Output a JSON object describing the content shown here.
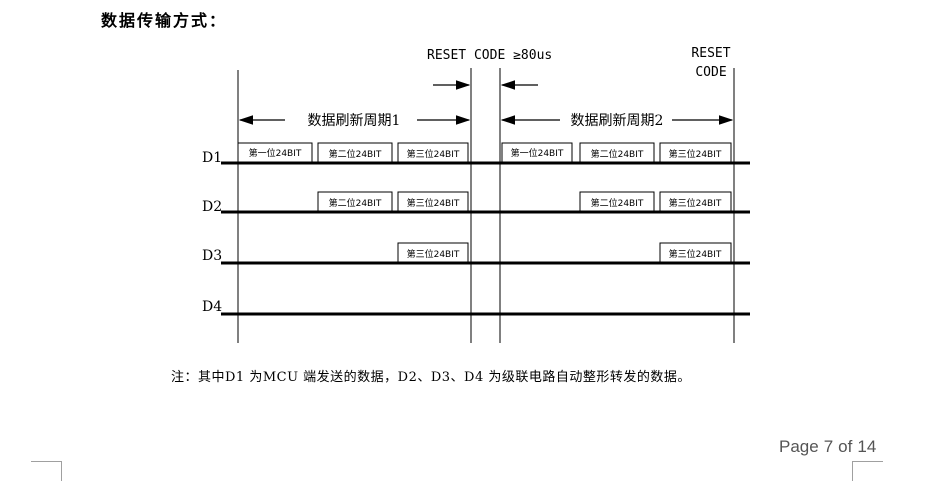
{
  "heading": "数据传输方式：",
  "reset_top": "RESET CODE ≥80us",
  "reset_right_line1": "RESET",
  "reset_right_line2": "CODE",
  "period1": "数据刷新周期1",
  "period2": "数据刷新周期2",
  "labels": {
    "d1": "D1",
    "d2": "D2",
    "d3": "D3",
    "d4": "D4"
  },
  "boxes": {
    "first": "第一位24BIT",
    "second": "第二位24BIT",
    "third": "第三位24BIT"
  },
  "note": "注：其中D1 为MCU 端发送的数据，D2、D3、D4 为级联电路自动整形转发的数据。",
  "footer": {
    "page_word": "Page",
    "page_num": "7",
    "of_word": "of",
    "total": "14"
  }
}
